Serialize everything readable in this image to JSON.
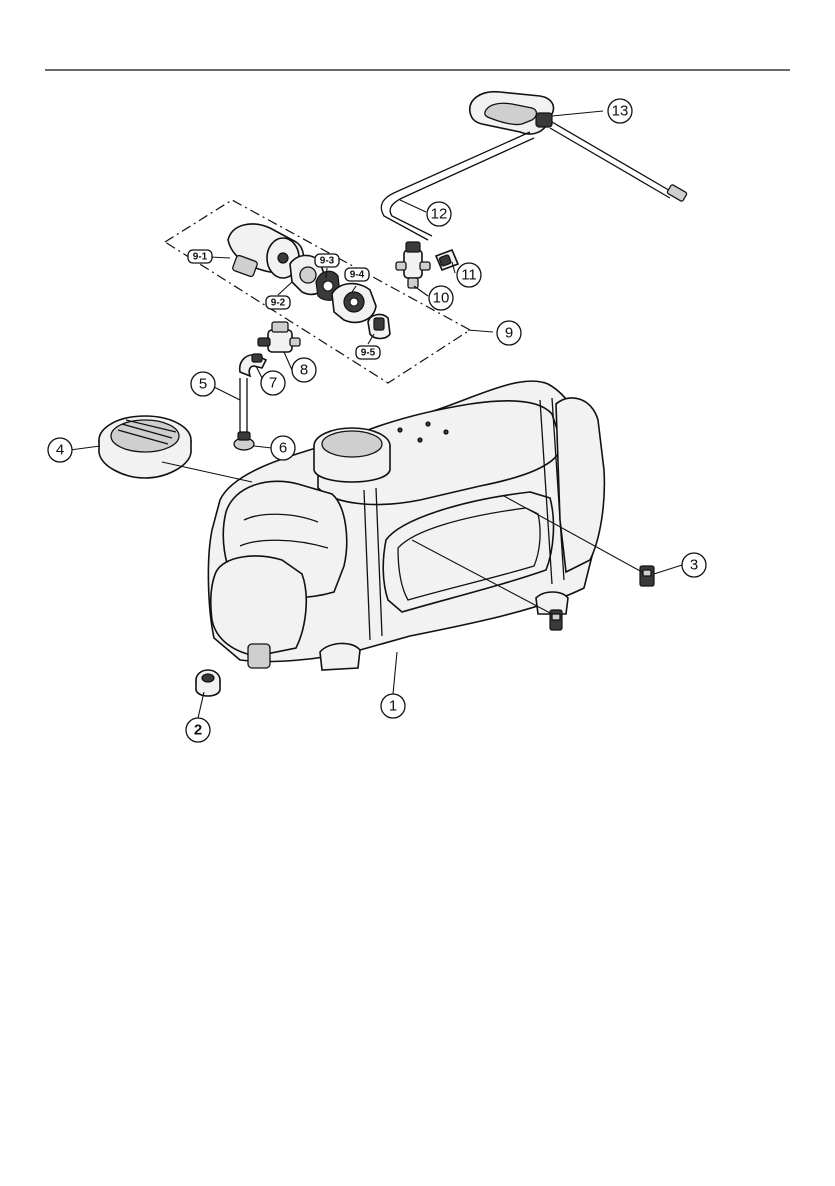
{
  "callouts": {
    "c1": "1",
    "c2": "2",
    "c3": "3",
    "c4": "4",
    "c5": "5",
    "c6": "6",
    "c7": "7",
    "c8": "8",
    "c9": "9",
    "c10": "10",
    "c11": "11",
    "c12": "12",
    "c13": "13"
  },
  "sub_tags": {
    "t91": "9-1",
    "t92": "9-2",
    "t93": "9-3",
    "t94": "9-4",
    "t95": "9-5"
  },
  "colors": {
    "ink": "#111111",
    "paper": "#ffffff"
  }
}
